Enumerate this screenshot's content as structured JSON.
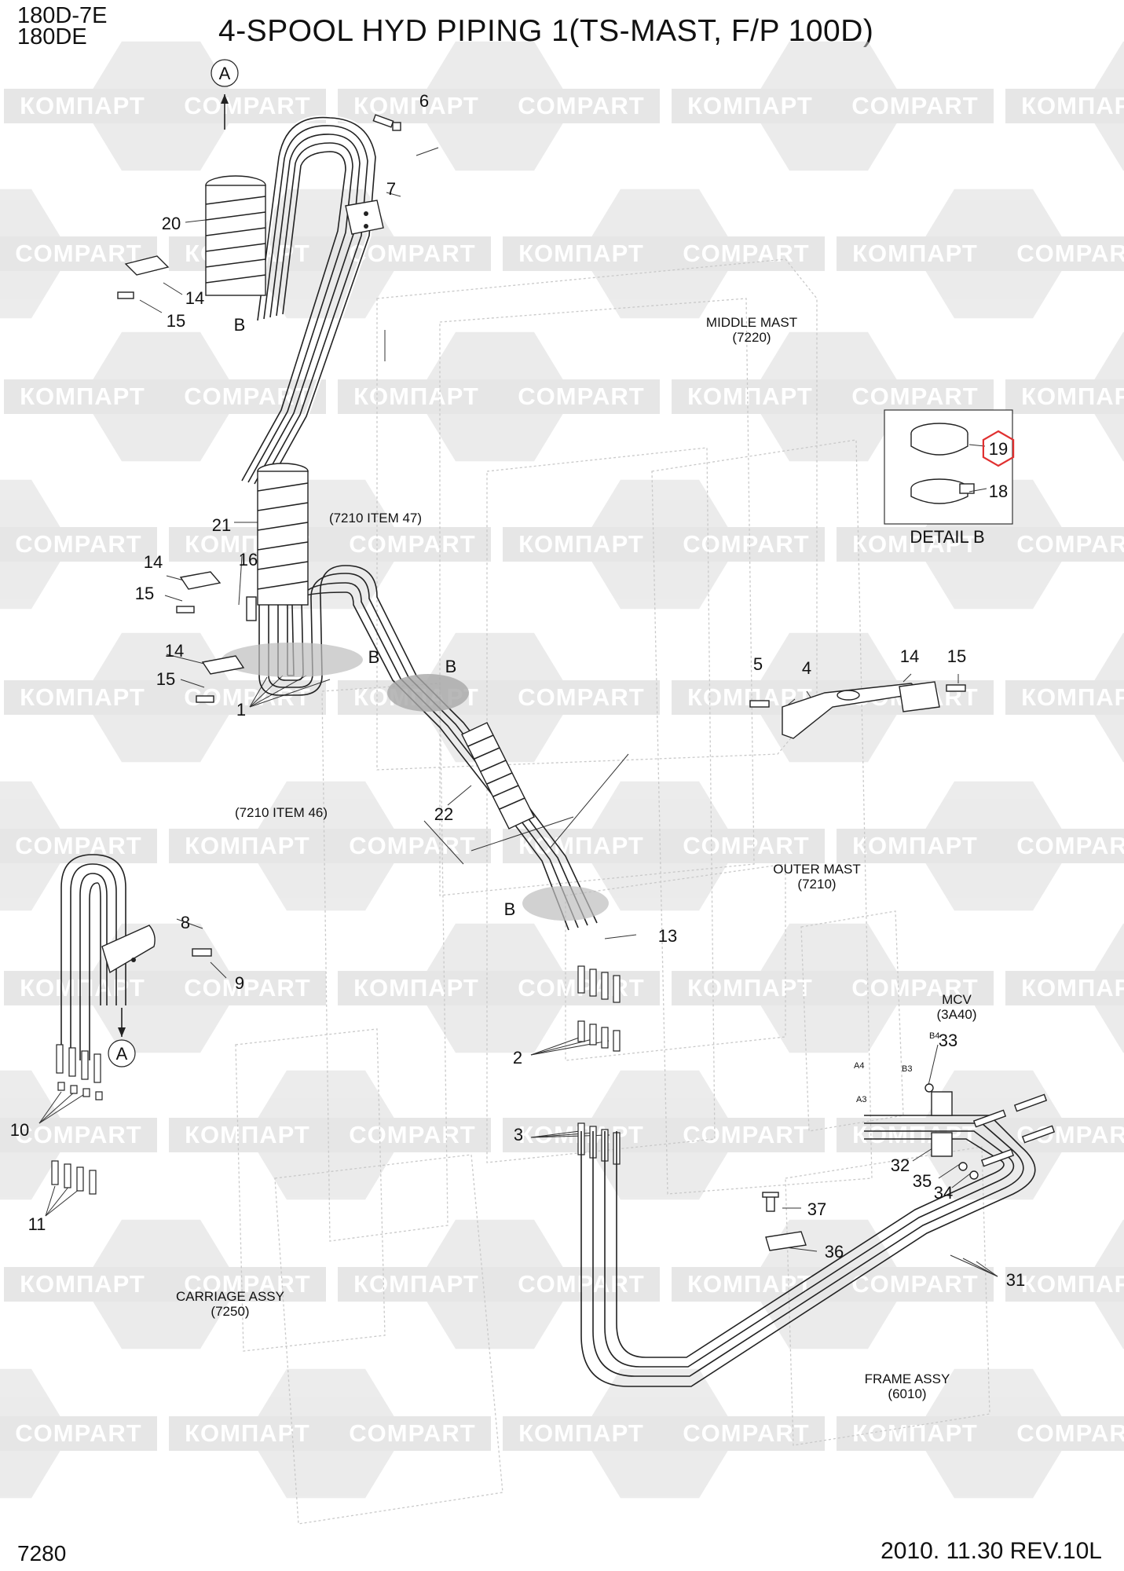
{
  "header": {
    "models": [
      "180D-7E",
      "180DE"
    ],
    "title": "4-SPOOL HYD PIPING 1(TS-MAST, F/P 100D)"
  },
  "footer": {
    "page_code": "7280",
    "revision": "2010. 11.30  REV.10L"
  },
  "watermark": {
    "text_latin": "COMPART",
    "text_cyrillic": "КОМПАРТ"
  },
  "assemblies": {
    "middle_mast": [
      "MIDDLE MAST",
      "(7220)"
    ],
    "outer_mast": [
      "OUTER MAST",
      "(7210)"
    ],
    "carriage": [
      "CARRIAGE ASSY",
      "(7250)"
    ],
    "frame": [
      "FRAME ASSY",
      "(6010)"
    ],
    "mcv": [
      "MCV",
      "(3A40)"
    ],
    "item47": "(7210 ITEM 47)",
    "item46": "(7210 ITEM 46)"
  },
  "detail": {
    "title": "DETAIL B",
    "highlighted_part": "19",
    "highlight_color": "#e03030",
    "parts": [
      "19",
      "18"
    ]
  },
  "view_markers": {
    "arrow": "A",
    "section": "B"
  },
  "port_labels": [
    "B4",
    "A4",
    "B3",
    "A3"
  ],
  "part_numbers": [
    "1",
    "2",
    "3",
    "4",
    "5",
    "6",
    "7",
    "8",
    "9",
    "10",
    "11",
    "13",
    "14",
    "15",
    "16",
    "18",
    "19",
    "20",
    "21",
    "22",
    "31",
    "32",
    "33",
    "34",
    "35",
    "36",
    "37"
  ]
}
